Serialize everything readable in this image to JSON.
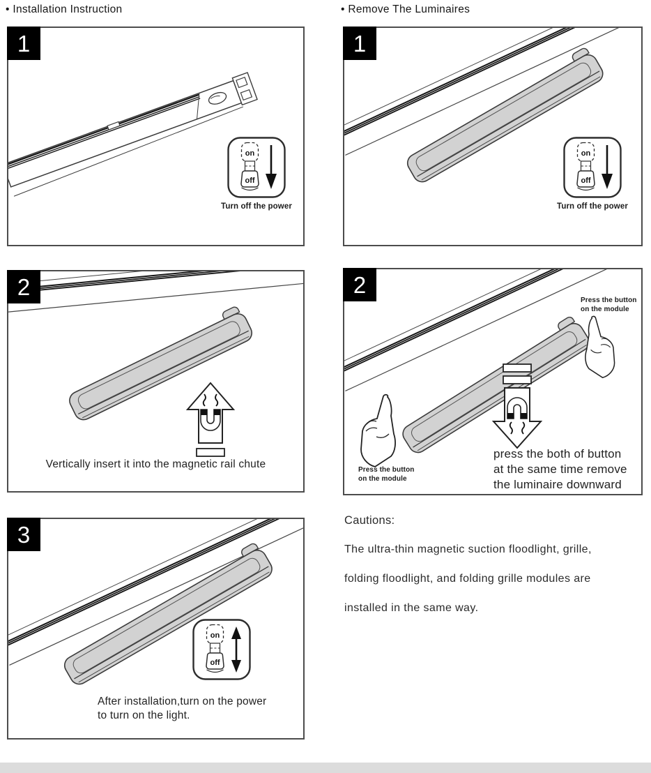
{
  "colors": {
    "step_badge_bg": "#000000",
    "module_fill": "#d2d2d2",
    "line": "#3b3b3b",
    "footer_bar": "#dcdcdc"
  },
  "left": {
    "title": "• Installation Instruction",
    "step1": {
      "num": "1",
      "sw_on": "on",
      "sw_off": "off",
      "caption": "Turn off the power"
    },
    "step2": {
      "num": "2",
      "caption": "Vertically insert it into the magnetic rail chute"
    },
    "step3": {
      "num": "3",
      "sw_on": "on",
      "sw_off": "off",
      "caption1": "After installation,turn on the power",
      "caption2": "to turn on the light."
    }
  },
  "right": {
    "title": "• Remove The Luminaires",
    "step1": {
      "num": "1",
      "sw_on": "on",
      "sw_off": "off",
      "caption": "Turn off the power"
    },
    "step2": {
      "num": "2",
      "label_top1": "Press the button",
      "label_top2": "on the module",
      "label_bot1": "Press the button",
      "label_bot2": "on the module",
      "cap1": "press the both of button",
      "cap2": "at the same time remove",
      "cap3": "the luminaire downward"
    }
  },
  "cautions": {
    "title": "Cautions:",
    "line1": "The ultra-thin magnetic suction floodlight, grille,",
    "line2": "folding floodlight, and folding grille modules are",
    "line3": "installed in the same way."
  }
}
